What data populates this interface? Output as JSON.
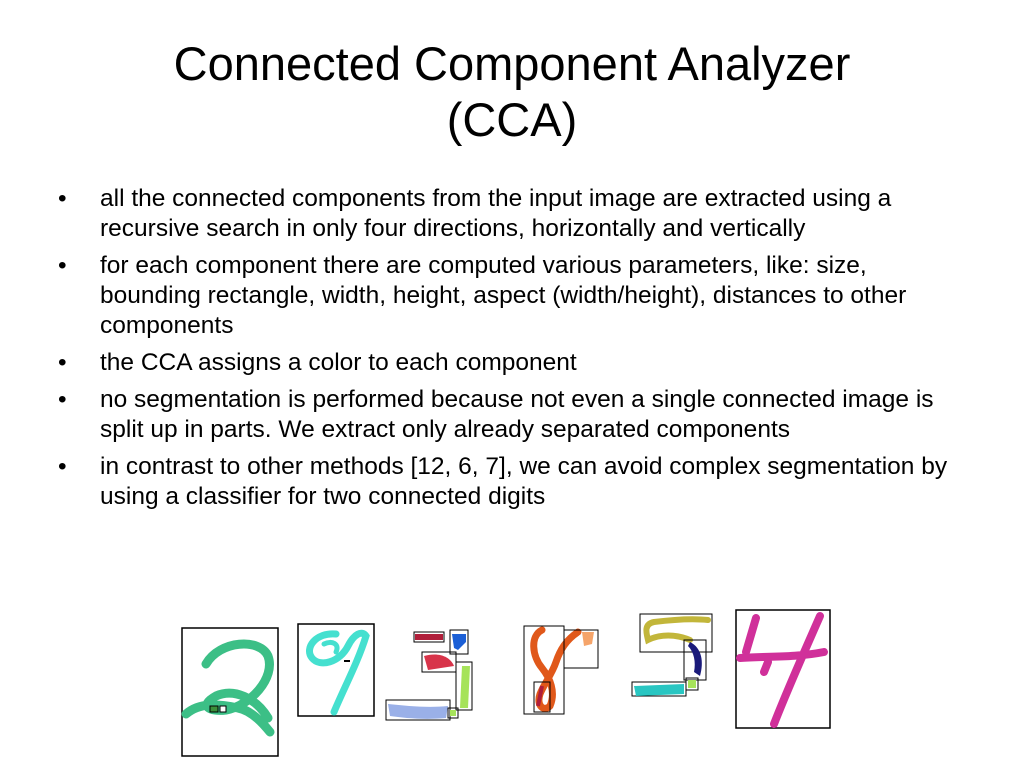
{
  "slide": {
    "title_line1": "Connected Component Analyzer",
    "title_line2": "(CCA)",
    "bullet_glyph": "•",
    "bullets": [
      "all the connected components from the input image are extracted using a recursive search in only four directions, horizontally and vertically",
      "for each component there are computed various parameters, like: size, bounding rectangle, width, height, aspect (width/height), distances to other components",
      "the CCA assigns a color to each component",
      "no segmentation is performed because not even a single connected image is split up in parts. We extract only already separated components",
      "in contrast to other methods [12, 6, 7], we can avoid complex segmentation by using a classifier for two connected digits"
    ]
  },
  "figure": {
    "component_colors": {
      "green": "#3cbf86",
      "cyan": "#45e0cf",
      "crimson": "#b01e3a",
      "blue": "#1b5fd6",
      "red": "#d8344a",
      "lime": "#a6e35a",
      "periwinkle": "#9ab0e8",
      "orange": "#e0581a",
      "peach": "#f5a46a",
      "olive": "#c2b63a",
      "navy": "#1a1a7a",
      "teal": "#29c6c2",
      "magenta": "#d0309a"
    },
    "digits": [
      "2",
      "9",
      "3",
      "8",
      "5",
      "4"
    ]
  }
}
